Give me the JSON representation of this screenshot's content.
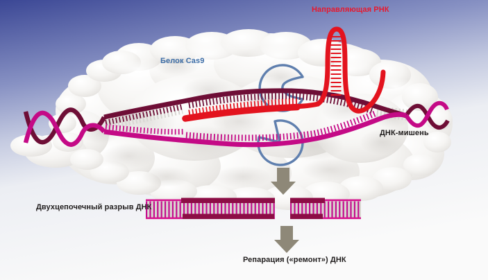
{
  "scene": {
    "labels": {
      "guide_rna": {
        "text": "Направляющая РНК",
        "color": "#e8182d"
      },
      "cas9_protein": {
        "text": "Белок Cas9",
        "color": "#3a6ba5"
      },
      "target_dna": {
        "text": "ДНК-мишень",
        "color": "#1f1c1c"
      },
      "double_strand_break": {
        "text": "Двухцепочечный разрыв ДНК",
        "color": "#201d1d"
      },
      "repair": {
        "text": "Репарация («ремонт») ДНК",
        "color": "#201d1d"
      }
    },
    "colors": {
      "background_top": "#3b4795",
      "background_bottom": "#fafafa",
      "dna_dark_strand": "#6e0e36",
      "dna_magenta_strand": "#c40a86",
      "guide_rna_red": "#e3131e",
      "cleavage_site_blue": "#5f7fae",
      "arrow_gray": "#8e8878",
      "rung_light": "#d8d6d2",
      "dsb_dark_bar": "#8c0d45",
      "dsb_stripe": "#c40d8f",
      "dsb_rail": "#d6148e",
      "dsb_base": "#dad6d0",
      "protein_white": "#f6f5f3"
    },
    "icons": {
      "cleavage_upper": "cleavage-site-icon",
      "cleavage_lower": "cleavage-site-icon",
      "arrow_1": "down-arrow-icon",
      "arrow_2": "down-arrow-icon"
    }
  }
}
